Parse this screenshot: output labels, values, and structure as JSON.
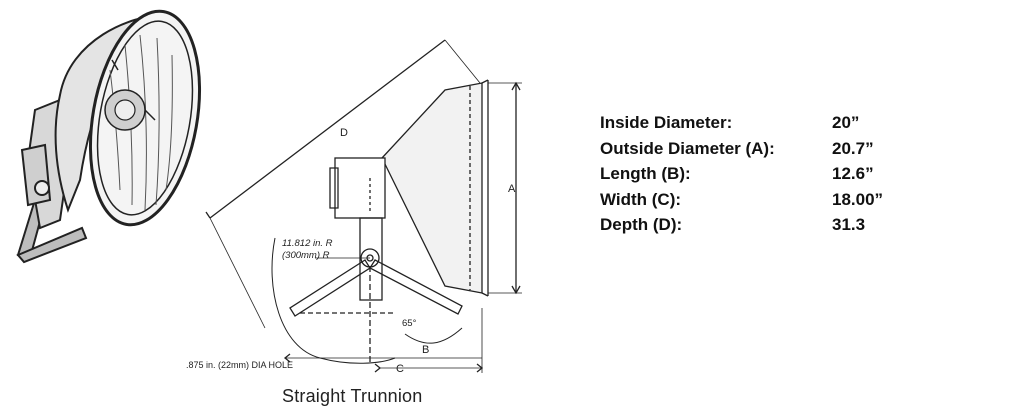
{
  "diagram": {
    "caption": "Straight Trunnion",
    "dimension_labels": {
      "a": "A",
      "b": "B",
      "c": "C",
      "d": "D",
      "radius_in": "11.812 in. R",
      "radius_mm": "(300mm) R",
      "angle": "65°",
      "hole": ".875 in. (22mm) DIA HOLE"
    }
  },
  "specs": [
    {
      "label": "Inside Diameter:",
      "value": "20”"
    },
    {
      "label": "Outside Diameter (A):",
      "value": "20.7”"
    },
    {
      "label": "Length (B):",
      "value": "12.6”"
    },
    {
      "label": "Width (C):",
      "value": "18.00”"
    },
    {
      "label": "Depth (D):",
      "value": "31.3"
    }
  ]
}
